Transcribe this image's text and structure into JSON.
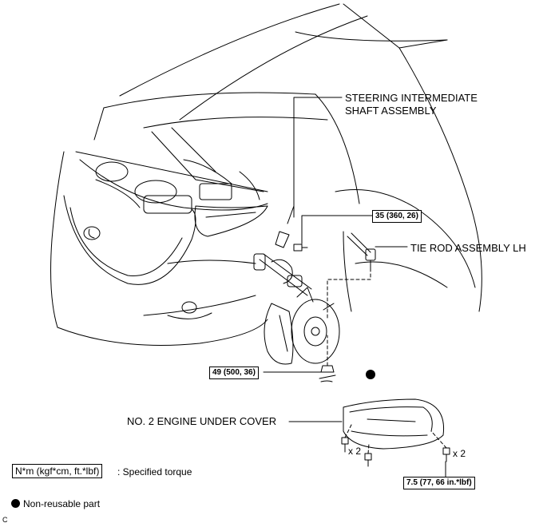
{
  "labels": {
    "steering_shaft_line1": "STEERING INTERMEDIATE",
    "steering_shaft_line2": "SHAFT ASSEMBLY",
    "tie_rod": "TIE ROD ASSEMBLY LH",
    "under_cover": "NO. 2 ENGINE UNDER COVER"
  },
  "torques": {
    "shaft_bolt": "35 (360, 26)",
    "tie_rod_nut": "49 (500, 36)",
    "cover_bolts": "7.5 (77, 66 in.*lbf)"
  },
  "quantities": {
    "left_bolts": "x 2",
    "right_bolts": "x 2"
  },
  "legend": {
    "torque_unit": "N*m (kgf*cm, ft.*lbf)",
    "torque_desc": ": Specified torque",
    "nonreusable": "Non-reusable part"
  },
  "figure_code": "C"
}
